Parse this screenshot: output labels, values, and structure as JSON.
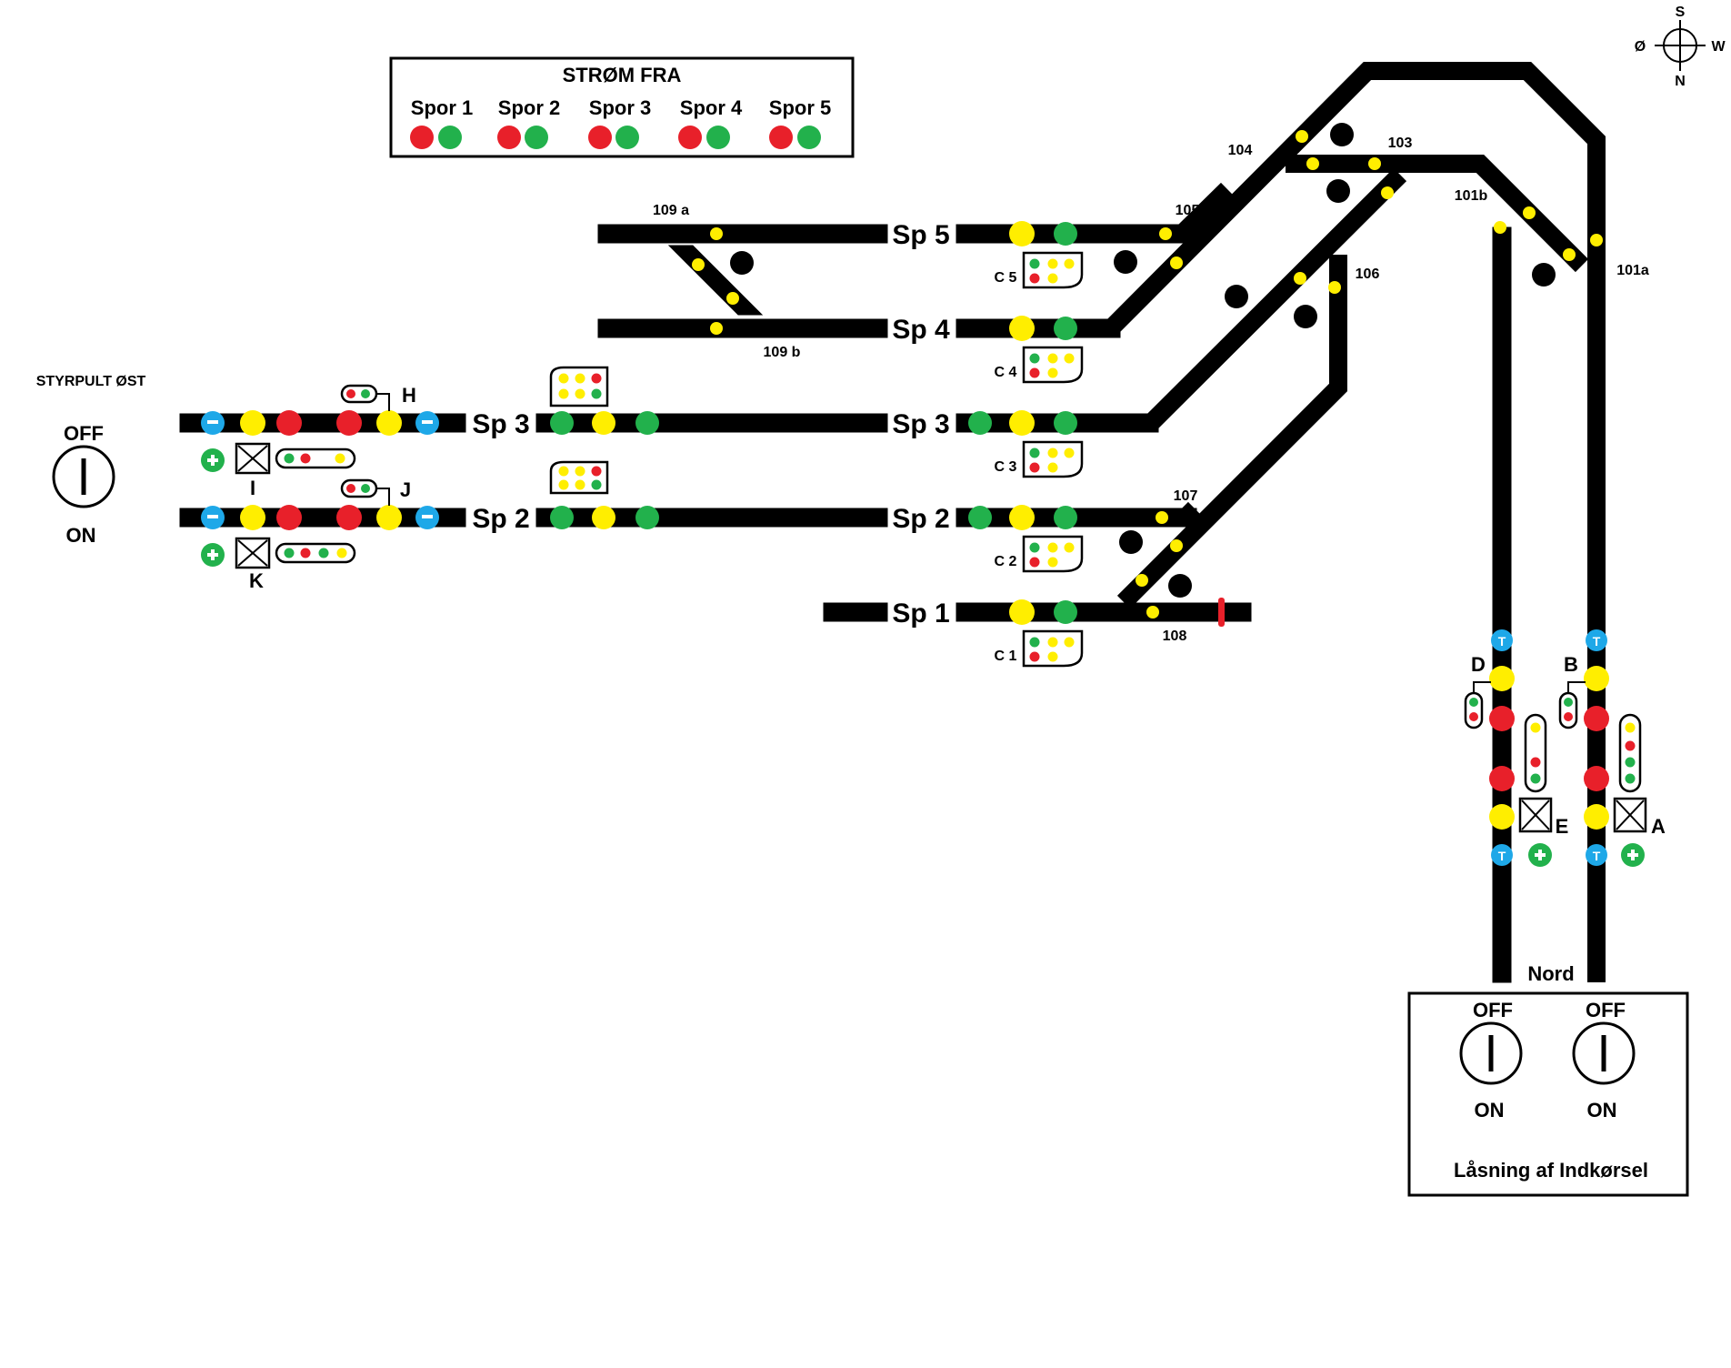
{
  "compass": {
    "s": "S",
    "w": "W",
    "o": "Ø",
    "n": "N"
  },
  "power_box": {
    "title": "STRØM FRA",
    "spor": [
      "Spor 1",
      "Spor 2",
      "Spor 3",
      "Spor 4",
      "Spor 5"
    ],
    "colors": {
      "off": "#e8202a",
      "on": "#22b14c"
    }
  },
  "styrpult_ost": {
    "title": "STYRPULT ØST",
    "off": "OFF",
    "on": "ON"
  },
  "tracks": {
    "sp1": "Sp 1",
    "sp2": "Sp 2",
    "sp3": "Sp 3",
    "sp4": "Sp 4",
    "sp5": "Sp 5",
    "west_sp3": "Sp 3",
    "west_sp2": "Sp 2"
  },
  "switch_labels": {
    "s109a": "109 a",
    "s109b": "109 b",
    "s105": "105",
    "s104": "104",
    "s103": "103",
    "s101b": "101b",
    "s101a": "101a",
    "s106": "106",
    "s107": "107",
    "s108": "108"
  },
  "signal_boxes": {
    "c1": "C 1",
    "c2": "C 2",
    "c3": "C 3",
    "c4": "C 4",
    "c5": "C 5"
  },
  "signals": {
    "h": "H",
    "i": "I",
    "j": "J",
    "k": "K",
    "d": "D",
    "b": "B",
    "e": "E",
    "a": "A"
  },
  "nord": {
    "label": "Nord",
    "left_off": "OFF",
    "left_on": "ON",
    "right_off": "OFF",
    "right_on": "ON",
    "title": "Låsning af Indkørsel"
  },
  "lamp_colors": {
    "yellow": "#ffee00",
    "red": "#e8202a",
    "green": "#22b14c",
    "blue": "#1ea8e8",
    "black": "#000000"
  }
}
